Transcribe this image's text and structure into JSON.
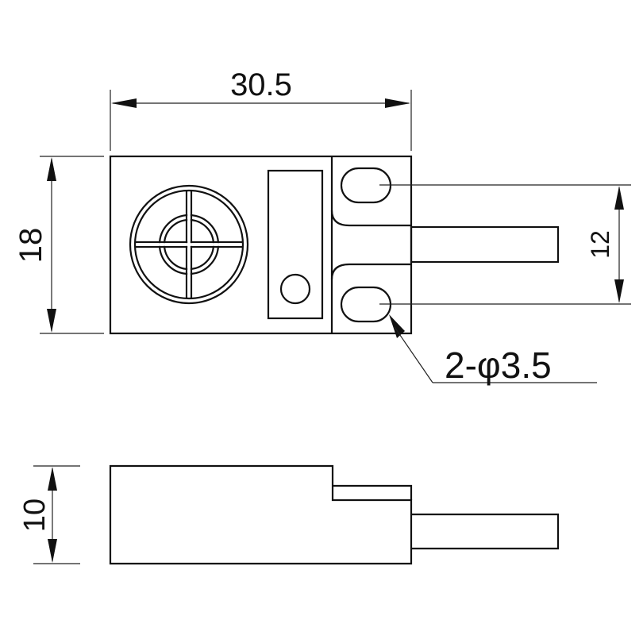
{
  "drawing": {
    "title": "Proximity sensor dimension drawing",
    "units": "mm",
    "dimensions": {
      "width": "30.5",
      "height": "18",
      "hole_spacing": "12",
      "hole_callout": "2-φ3.5",
      "thickness": "10"
    },
    "views": [
      {
        "name": "top-view",
        "features": [
          "sensing-face-target",
          "indicator-window",
          "led-hole",
          "mounting-holes",
          "cable"
        ]
      },
      {
        "name": "side-view",
        "features": [
          "body",
          "mounting-tab",
          "cable"
        ]
      }
    ]
  }
}
